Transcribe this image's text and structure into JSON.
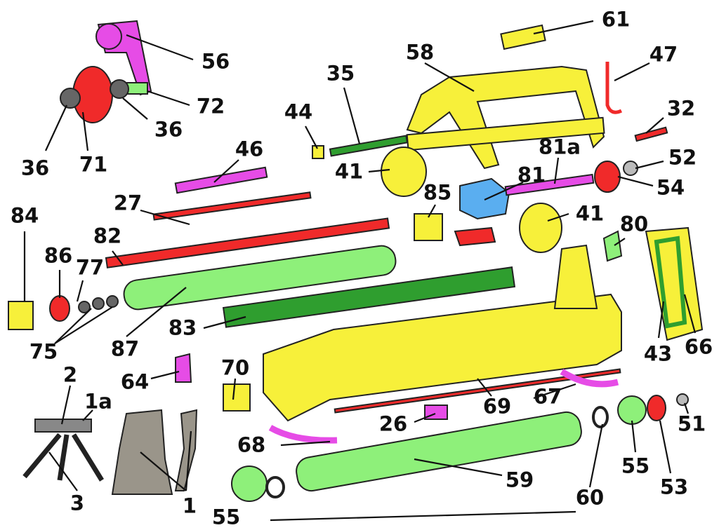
{
  "diagram": {
    "type": "exploded-parts-diagram",
    "colors": {
      "frame": "#f7f03a",
      "roller": "#8ef07a",
      "dark_green": "#2f9e2f",
      "red": "#f02a2a",
      "magenta": "#e64ce6",
      "blue": "#5aaef0",
      "outline": "#222222"
    },
    "labels": [
      "61",
      "56",
      "58",
      "47",
      "35",
      "72",
      "44",
      "32",
      "36",
      "36",
      "71",
      "46",
      "81a",
      "52",
      "41",
      "81",
      "54",
      "27",
      "85",
      "84",
      "41",
      "80",
      "82",
      "86",
      "77",
      "83",
      "75",
      "87",
      "43",
      "66",
      "64",
      "70",
      "2",
      "1a",
      "67",
      "69",
      "26",
      "51",
      "68",
      "55",
      "53",
      "59",
      "60",
      "3",
      "1",
      "55"
    ]
  }
}
